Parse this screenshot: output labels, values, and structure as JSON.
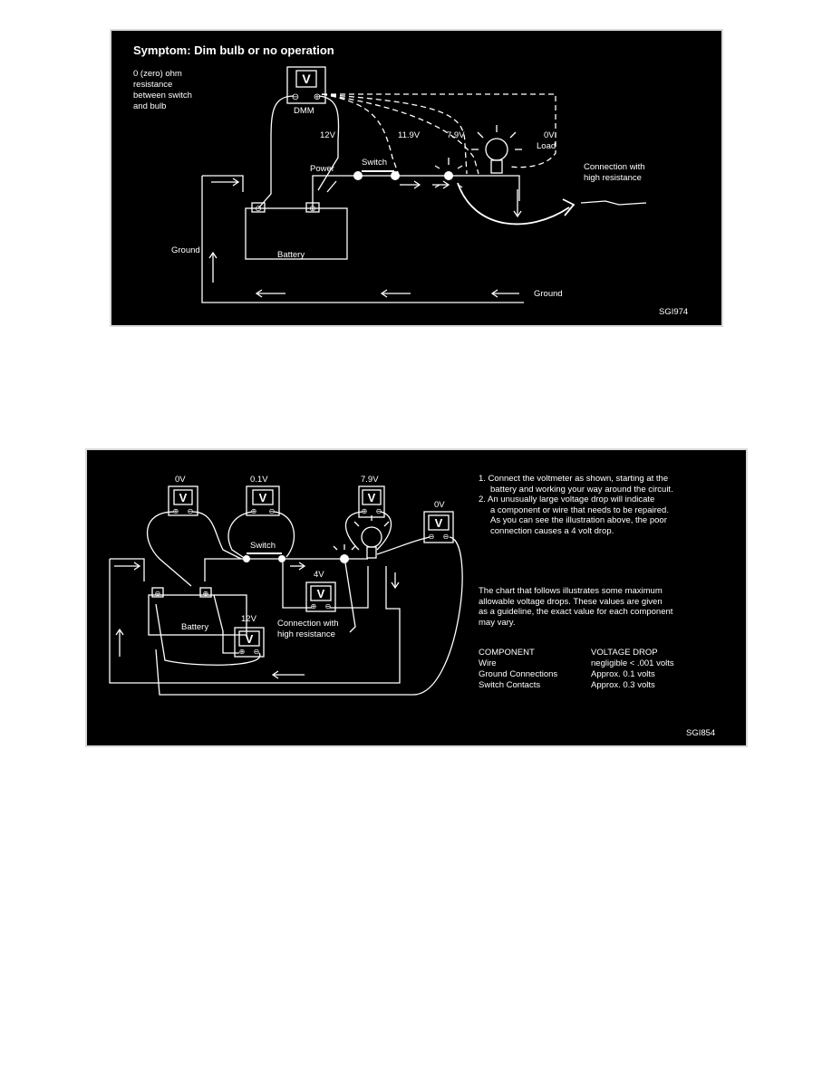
{
  "figure1": {
    "title": "Symptom: Dim bulb or no operation",
    "note_lines": [
      "0 (zero) ohm",
      "resistance",
      "between switch",
      "and bulb"
    ],
    "meter_glyph": "V",
    "plus_glyph": "⊕",
    "minus_glyph": "⊖",
    "dmm_label": "DMM",
    "reading_12v": "12V",
    "reading_11_9v": "11.9V",
    "reading_7_9v": "7.9V",
    "reading_0v": "0V",
    "load_label": "Load",
    "power_label": "Power",
    "switch_label": "Switch",
    "battery_label": "Battery",
    "ground_left": "Ground",
    "ground_bottom": "Ground",
    "callout_lines": [
      "Connection with",
      "high resistance"
    ],
    "code": "SGI974"
  },
  "figure2": {
    "meter_glyph": "V",
    "plus_glyph": "⊕",
    "minus_glyph": "⊖",
    "reading_0v_left": "0V",
    "reading_0_1v": "0.1V",
    "reading_7_9v": "7.9V",
    "reading_0v_right": "0V",
    "reading_4v": "4V",
    "reading_12v": "12V",
    "switch_label": "Switch",
    "battery_label": "Battery",
    "callout_lines": [
      "Connection with",
      "high resistance"
    ],
    "instructions": [
      "1.  Connect the voltmeter as shown, starting at the",
      "battery and working your way around the circuit.",
      "2.  An unusually large voltage drop will indicate",
      "a component or wire that needs to be repaired.",
      "As you can see the illustration above, the poor",
      "connection causes a 4 volt drop."
    ],
    "chart_intro": [
      "The chart that follows illustrates some maximum",
      "allowable voltage drops. These values are given",
      "as a guideline, the exact value for each component",
      "may vary."
    ],
    "table": {
      "headers": [
        "COMPONENT",
        "VOLTAGE DROP"
      ],
      "rows": [
        [
          "Wire",
          "negligible < .001 volts"
        ],
        [
          "Ground Connections",
          "Approx. 0.1 volts"
        ],
        [
          "Switch Contacts",
          "Approx. 0.3 volts"
        ]
      ]
    },
    "code": "SGI854"
  }
}
